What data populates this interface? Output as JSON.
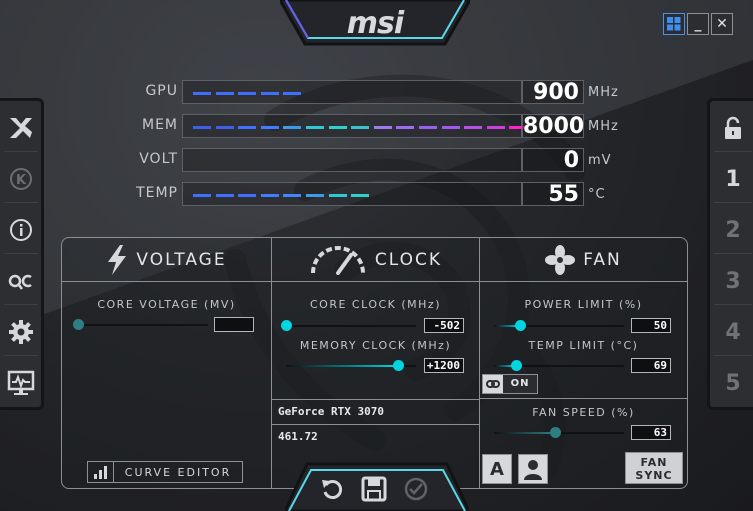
{
  "app": {
    "logo": "msi",
    "accent": "#00d5e0",
    "window_controls": {
      "windows_icon": "windows-logo-icon",
      "minimize": "_",
      "close": "✕"
    }
  },
  "left_sidebar": {
    "items": [
      {
        "name": "game-mode-icon"
      },
      {
        "name": "kombustor-icon",
        "label": "K"
      },
      {
        "name": "info-icon",
        "label": "i"
      },
      {
        "name": "oc-scanner-icon",
        "label": "OC"
      },
      {
        "name": "settings-gear-icon"
      },
      {
        "name": "monitor-icon"
      }
    ]
  },
  "right_sidebar": {
    "lock_icon": "unlock-icon",
    "profiles": [
      "1",
      "2",
      "3",
      "4",
      "5"
    ],
    "active_profile": "1"
  },
  "monitor": {
    "rows": [
      {
        "label": "GPU",
        "value": "900",
        "unit": "MHz",
        "segments": 5,
        "colors": [
          "#3f6fff",
          "#3f6fff",
          "#3f6fff",
          "#3f6fff",
          "#3f6fff"
        ]
      },
      {
        "label": "MEM",
        "value": "8000",
        "unit": "MHz",
        "segments": 15,
        "colors": [
          "#3f5fe8",
          "#3f5fe8",
          "#3f6fff",
          "#3f7cff",
          "#3a9be8",
          "#2fc9d4",
          "#2fd2c8",
          "#38c3ca",
          "#9a7cf0",
          "#a06bf0",
          "#9b5ff0",
          "#a356f0",
          "#b84fe8",
          "#cf3de0",
          "#ff22c8"
        ]
      },
      {
        "label": "VOLT",
        "value": "0",
        "unit": "mV",
        "segments": 0,
        "colors": []
      },
      {
        "label": "TEMP",
        "value": "55",
        "unit": "°C",
        "segments": 8,
        "colors": [
          "#3f6fff",
          "#3f6fff",
          "#3f6fff",
          "#3f7cff",
          "#3f86ff",
          "#3a9be8",
          "#2fc9d4",
          "#2fd2c8"
        ]
      }
    ]
  },
  "voltage": {
    "title": "VOLTAGE",
    "core_voltage_label": "CORE VOLTAGE (MV)",
    "core_voltage_value": "",
    "core_voltage_level": 0,
    "curve_editor": "CURVE EDITOR"
  },
  "clock": {
    "title": "CLOCK",
    "core_clock_label": "CORE CLOCK (MHz)",
    "core_clock_value": "-502",
    "core_clock_level": 0,
    "memory_clock_label": "MEMORY CLOCK (MHz)",
    "memory_clock_value": "+1200",
    "memory_clock_level": 0.86,
    "gpu_name": "GeForce RTX 3070",
    "driver_version": "461.72"
  },
  "fan": {
    "title": "FAN",
    "power_limit_label": "POWER LIMIT (%)",
    "power_limit_value": "50",
    "power_limit_level": 0.2,
    "temp_limit_label": "TEMP LIMIT (°C)",
    "temp_limit_value": "69",
    "temp_limit_level": 0.17,
    "link_label": "ON",
    "fan_speed_label": "FAN SPEED (%)",
    "fan_speed_value": "63",
    "fan_speed_level": 0.47,
    "auto_label": "A",
    "fan_sync_label": [
      "FAN",
      "SYNC"
    ]
  },
  "bottom": {
    "reset_icon": "reset-icon",
    "save_icon": "save-icon",
    "apply_icon": "apply-check-icon"
  }
}
